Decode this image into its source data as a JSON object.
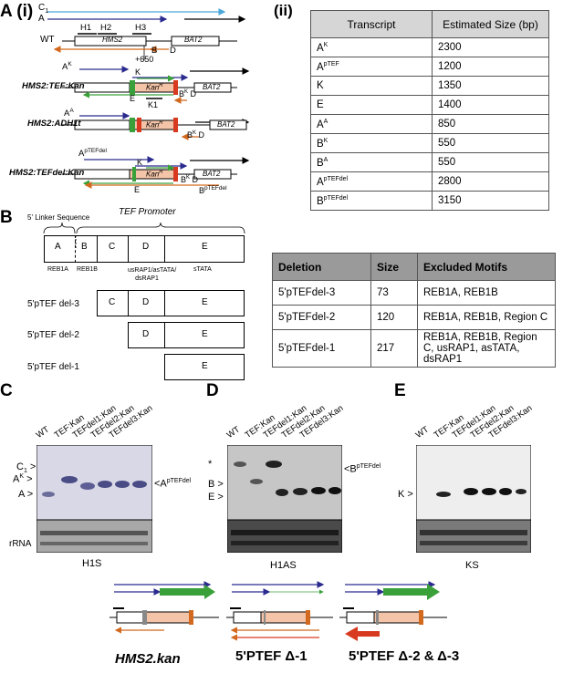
{
  "panel_labels": {
    "A": "A (i)",
    "A_ii": "(ii)",
    "B": "B",
    "C": "C",
    "D": "D",
    "E": "E"
  },
  "panelA": {
    "constructs": [
      "WT",
      "HMS2:TEF:Kan",
      "HMS2:ADH1t",
      "HMS2:TEFdel:Kan"
    ],
    "gene_hms2": "HMS2",
    "gene_bat2": "BAT2",
    "kan": "Kan",
    "kan_sup": "R",
    "probes": [
      "H1",
      "H2",
      "H3"
    ],
    "labels": {
      "C1": "C",
      "C1_sub": "1",
      "A": "A",
      "B": "B",
      "D": "D",
      "plus650": "+650",
      "AK": "A",
      "AK_sup": "K",
      "K": "K",
      "E": "E",
      "K1": "K1",
      "BK": "B",
      "BK_sup": "K",
      "AA": "A",
      "AA_sup": "A",
      "ApTEFdel": "A",
      "ApTEFdel_sup": "pTEFdel",
      "BpTEFdel": "B",
      "BpTEFdel_sup": "pTEFdel"
    }
  },
  "table_sizes": {
    "headers": [
      "Transcript",
      "Estimated Size (bp)"
    ],
    "rows": [
      {
        "name": "A",
        "sup": "K",
        "size": "2300"
      },
      {
        "name": "A",
        "sup": "pTEF",
        "size": "1200"
      },
      {
        "name": "K",
        "sup": "",
        "size": "1350"
      },
      {
        "name": "E",
        "sup": "",
        "size": "1400"
      },
      {
        "name": "A",
        "sup": "A",
        "size": "850"
      },
      {
        "name": "B",
        "sup": "K",
        "size": "550"
      },
      {
        "name": "B",
        "sup": "A",
        "size": "550"
      },
      {
        "name": "A",
        "sup": "pTEFdel",
        "size": "2800"
      },
      {
        "name": "B",
        "sup": "pTEFdel",
        "size": "3150"
      }
    ]
  },
  "panelB": {
    "linker_label": "5' Linker Sequence",
    "promoter_label": "TEF Promoter",
    "regions": [
      "A",
      "B",
      "C",
      "D",
      "E"
    ],
    "region_motifs": [
      "REB1A",
      "REB1B",
      "",
      "usRAP1/asTATA/ dsRAP1",
      "sTATA"
    ],
    "deletions": [
      {
        "label": "5'pTEF del-3",
        "boxes": [
          "C",
          "D",
          "E"
        ]
      },
      {
        "label": "5'pTEF del-2",
        "boxes": [
          "D",
          "E"
        ]
      },
      {
        "label": "5'pTEF del-1",
        "boxes": [
          "E"
        ]
      }
    ]
  },
  "table_deletions": {
    "headers": [
      "Deletion",
      "Size",
      "Excluded Motifs"
    ],
    "rows": [
      {
        "deletion": "5'pTEFdel-3",
        "size": "73",
        "motifs": "REB1A, REB1B"
      },
      {
        "deletion": "5'pTEFdel-2",
        "size": "120",
        "motifs": "REB1A, REB1B, Region C"
      },
      {
        "deletion": "5'pTEFdel-1",
        "size": "217",
        "motifs": "REB1A, REB1B, Region C, usRAP1, asTATA, dsRAP1"
      }
    ]
  },
  "blots": {
    "lanes": [
      "WT",
      "TEF:Kan",
      "TEFdel1:Kan",
      "TEFdel2:Kan",
      "TEFdel3:Kan"
    ],
    "C": {
      "probe": "H1S",
      "rrna": "rRNA",
      "left_labels": [
        "C1",
        "AK",
        "A"
      ],
      "right_label": "ApTEFdel"
    },
    "D": {
      "probe": "H1AS",
      "star": "*",
      "left_labels": [
        "B",
        "E"
      ],
      "right_label": "BpTEFdel"
    },
    "E": {
      "probe": "KS",
      "left_labels": [
        "K"
      ]
    }
  },
  "summary": {
    "labels": [
      "HMS2.kan",
      "5'PTEF Δ-1",
      "5'PTEF Δ-2 & Δ-3"
    ]
  },
  "colors": {
    "blue_arrow": "#2b2b8f",
    "orange": "#d2691e",
    "green": "#3aa13a",
    "kan_fill": "#f4c4a8",
    "red_arrow": "#d83a1f",
    "cyan": "#4aa7d9"
  }
}
